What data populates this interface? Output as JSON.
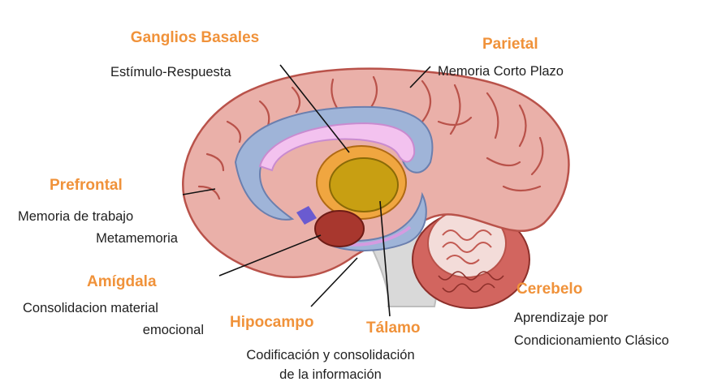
{
  "labels": {
    "ganglios": {
      "title": "Ganglios Basales",
      "desc": "Estímulo-Respuesta"
    },
    "parietal": {
      "title": "Parietal",
      "desc": "Memoria Corto Plazo"
    },
    "prefrontal": {
      "title": "Prefrontal",
      "desc_1": "Memoria de trabajo",
      "desc_2": "Metamemoria"
    },
    "amigdala": {
      "title": "Amígdala",
      "desc_1": "Consolidacion material",
      "desc_2": "emocional"
    },
    "hipocampo": {
      "title": "Hipocampo"
    },
    "talamo": {
      "title": "Tálamo"
    },
    "hipocampo_talamo_desc": {
      "line_1": "Codificación y consolidación",
      "line_2": "de la información"
    },
    "cerebelo": {
      "title": "Cerebelo",
      "desc_1": "Aprendizaje por",
      "desc_2": "Condicionamiento Clásico"
    }
  },
  "colors": {
    "title": "#f0923a",
    "cortex": "#eab0a9",
    "sulci": "#b9524a",
    "ventricle": "#9fb4d8",
    "ganglia": "#c89f12",
    "amygdala": "#a8372e",
    "cerebellum": "#d2655f",
    "stem": "#d9d9d9"
  }
}
